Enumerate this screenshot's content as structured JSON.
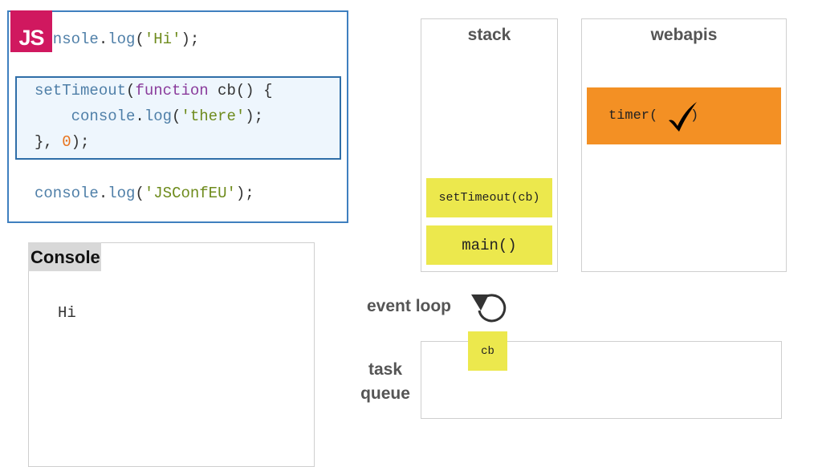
{
  "code": {
    "lines": [
      [
        {
          "t": "console",
          "c": "obj"
        },
        {
          "t": ".",
          "c": "pun"
        },
        {
          "t": "log",
          "c": "obj"
        },
        {
          "t": "(",
          "c": "pun"
        },
        {
          "t": "'Hi'",
          "c": "str"
        },
        {
          "t": ");",
          "c": "pun"
        }
      ],
      [
        {
          "t": "setTimeout",
          "c": "obj"
        },
        {
          "t": "(",
          "c": "pun"
        },
        {
          "t": "function",
          "c": "kw"
        },
        {
          "t": " cb() {",
          "c": "pun"
        }
      ],
      [
        {
          "t": "    console",
          "c": "obj"
        },
        {
          "t": ".",
          "c": "pun"
        },
        {
          "t": "log",
          "c": "obj"
        },
        {
          "t": "(",
          "c": "pun"
        },
        {
          "t": "'there'",
          "c": "str"
        },
        {
          "t": ");",
          "c": "pun"
        }
      ],
      [
        {
          "t": "}, ",
          "c": "pun"
        },
        {
          "t": "0",
          "c": "num"
        },
        {
          "t": ");",
          "c": "pun"
        }
      ],
      [
        {
          "t": "console",
          "c": "obj"
        },
        {
          "t": ".",
          "c": "pun"
        },
        {
          "t": "log",
          "c": "obj"
        },
        {
          "t": "(",
          "c": "pun"
        },
        {
          "t": "'JSConfEU'",
          "c": "str"
        },
        {
          "t": ");",
          "c": "pun"
        }
      ]
    ]
  },
  "logo": {
    "text": "JS",
    "color": "#d0185f"
  },
  "console": {
    "title": "Console",
    "output": "Hi"
  },
  "stack": {
    "title": "stack",
    "frames": [
      "setTimeout(cb)",
      "main()"
    ]
  },
  "webapis": {
    "title": "webapis",
    "timer_label": "timer(    )",
    "timer_icon": "checkmark-icon",
    "timer_color": "#f39024"
  },
  "event_loop": {
    "label": "event loop",
    "icon": "loop-arrow-icon"
  },
  "task_queue": {
    "label_line1": "task",
    "label_line2": "queue",
    "items": [
      "cb"
    ]
  },
  "colors": {
    "frame": "#ece84d",
    "code_border": "#3f7fbf"
  }
}
